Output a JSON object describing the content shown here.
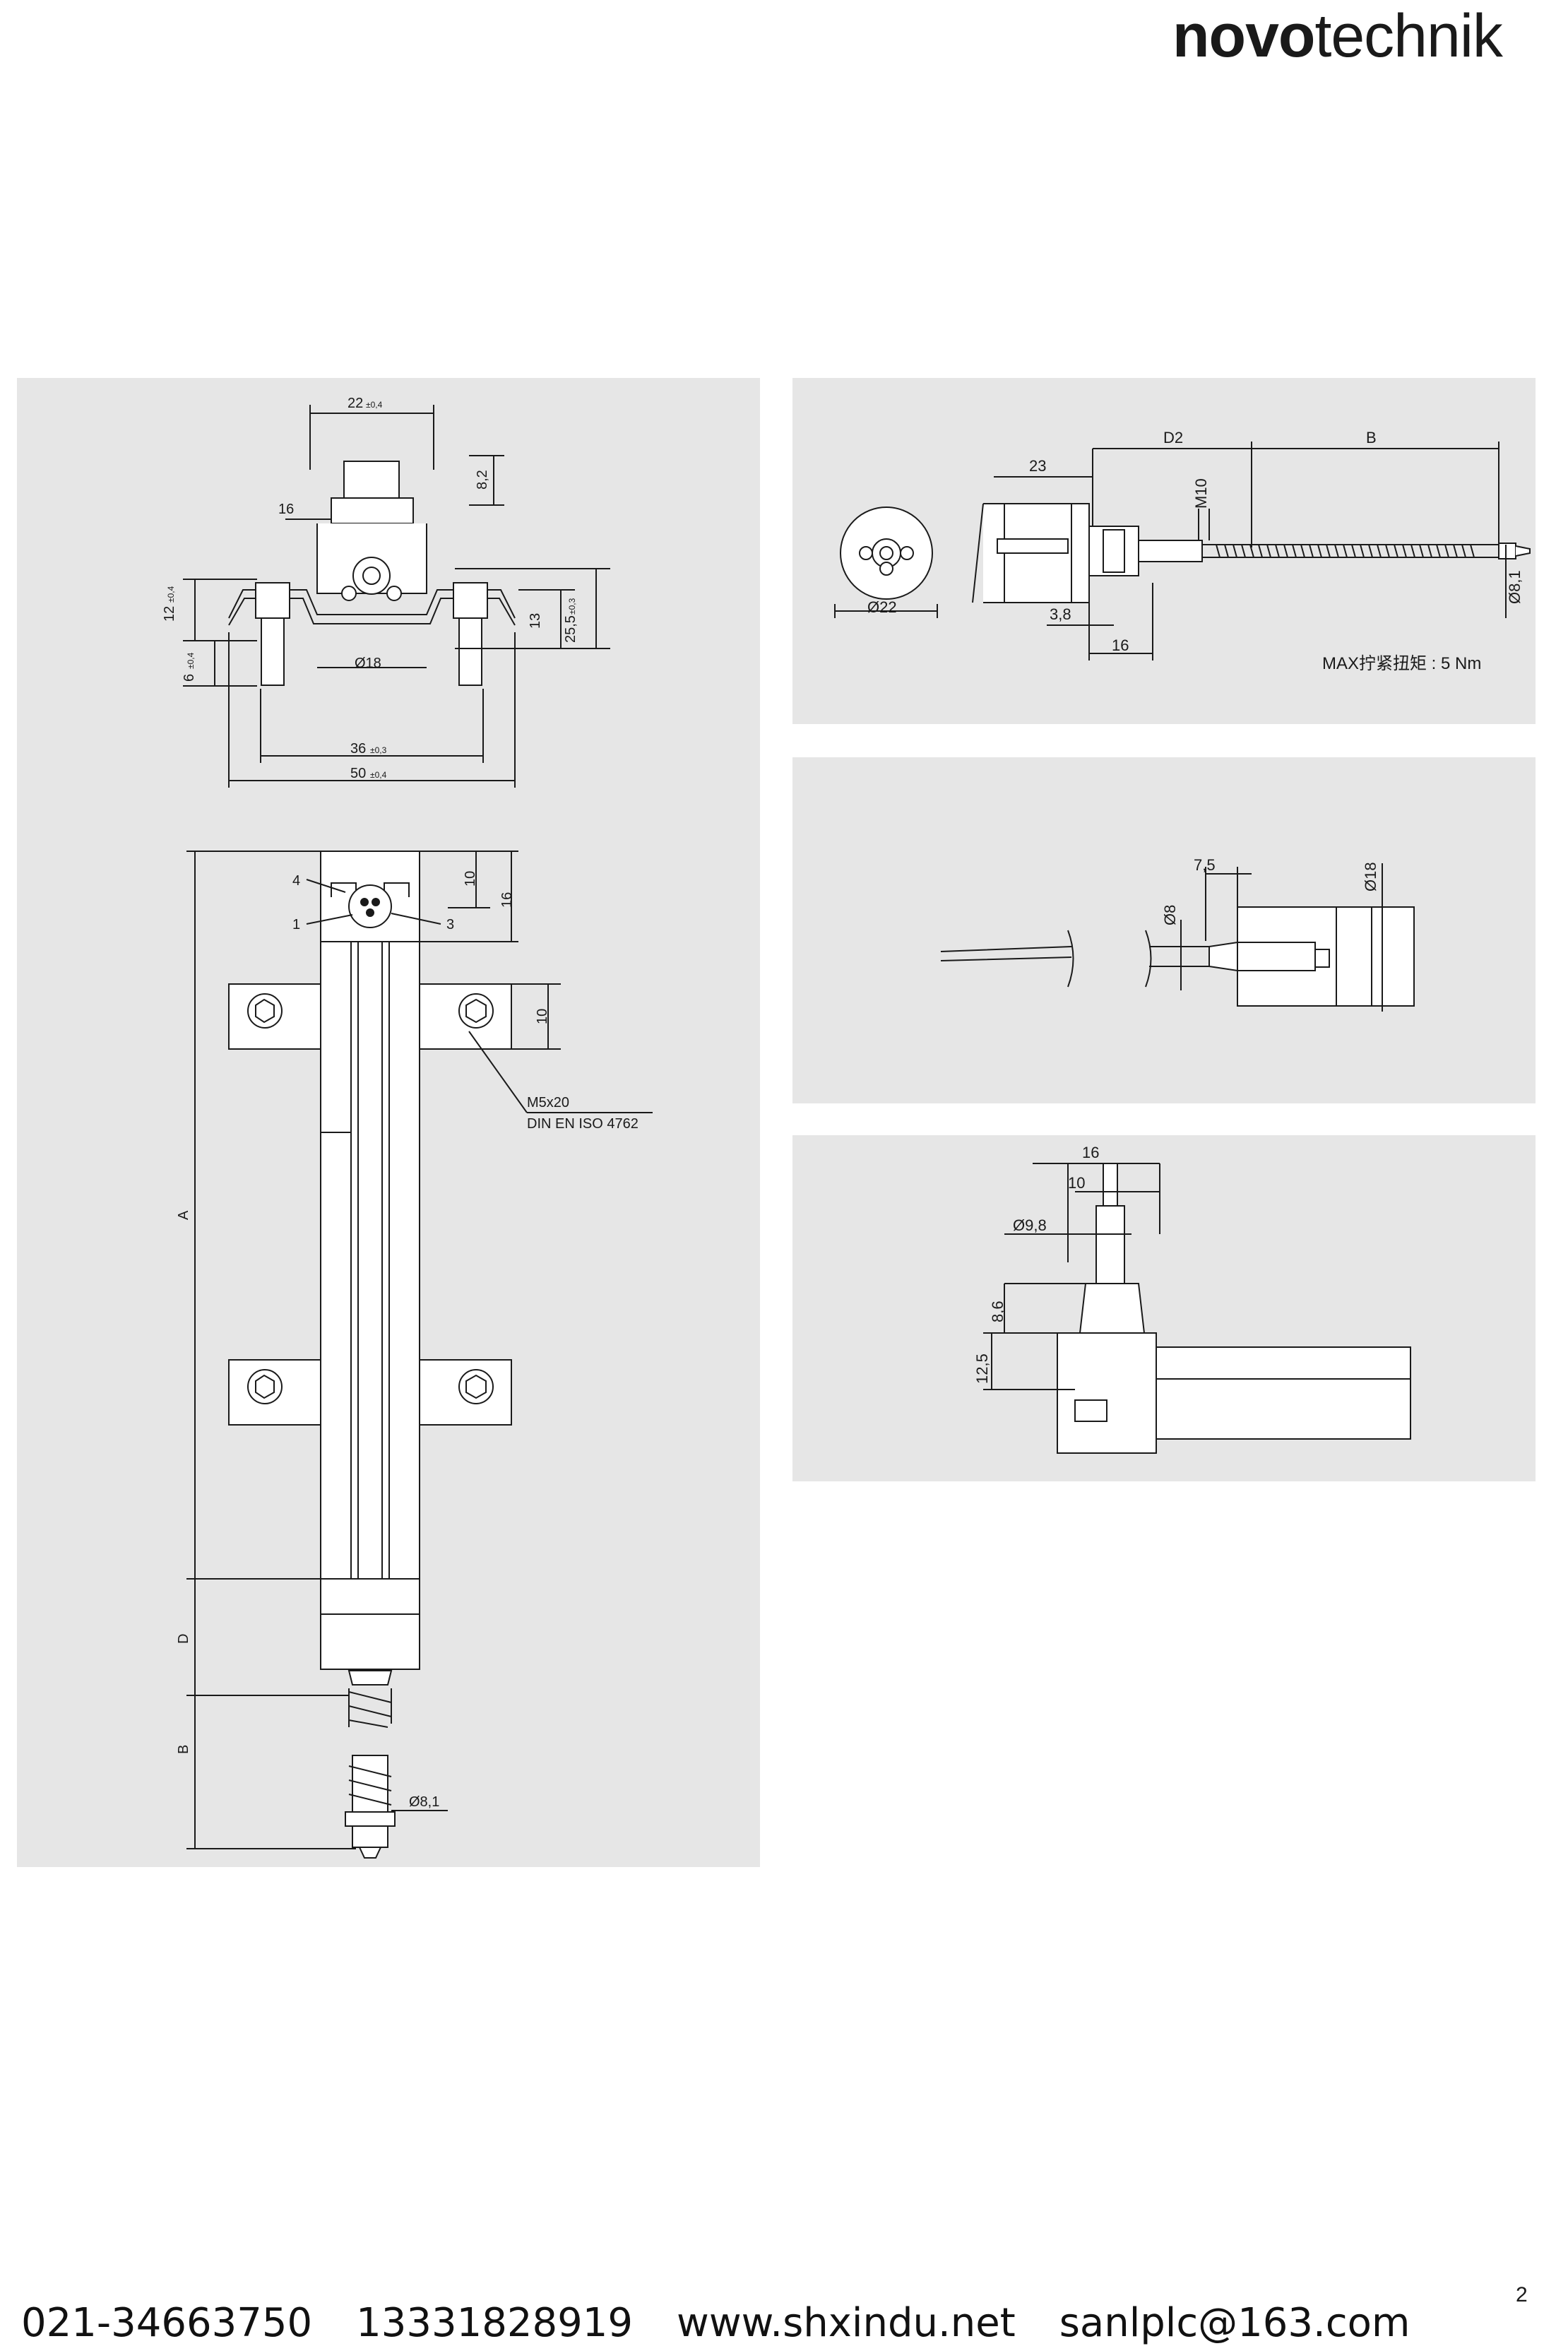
{
  "brand": {
    "bold": "novo",
    "light": "technik"
  },
  "page_number": "2",
  "panel_left": {
    "dims": {
      "w22": "22",
      "w22_tol": "±0,4",
      "h8_2": "8,2",
      "w16": "16",
      "h12": "12",
      "h12_tol": "±0,4",
      "h6": "6",
      "h6_tol": "±0,4",
      "h13": "13",
      "h25_5": "25,5",
      "h25_5_tol": "±0,3",
      "d18": "Ø18",
      "w36": "36",
      "w36_tol": "±0,3",
      "w50": "50",
      "w50_tol": "±0,4",
      "pin4": "4",
      "pin1": "1",
      "pin3": "3",
      "v10a": "10",
      "v16": "16",
      "v10b": "10",
      "screw1": "M5x20",
      "screw2": "DIN EN ISO 4762",
      "A": "A",
      "D": "D",
      "B": "B",
      "d8_1": "Ø8,1"
    }
  },
  "panel_right1": {
    "dims": {
      "d22": "Ø22",
      "w23": "23",
      "D2": "D2",
      "B": "B",
      "M10": "M10",
      "w3_8": "3,8",
      "w16": "16",
      "d8_1": "Ø8,1",
      "torque": "MAX拧紧扭矩 : 5 Nm"
    }
  },
  "panel_right2": {
    "dims": {
      "w7_5": "7,5",
      "d8": "Ø8",
      "d18": "Ø18"
    }
  },
  "panel_right3": {
    "dims": {
      "w16": "16",
      "w10": "10",
      "d9_8": "Ø9,8",
      "h8_6": "8,6",
      "h12_5": "12,5"
    }
  },
  "footer": {
    "phone1": "021-34663750",
    "phone2": "13331828919",
    "website": "www.shxindu.net",
    "email": "sanlplc@163.com"
  }
}
